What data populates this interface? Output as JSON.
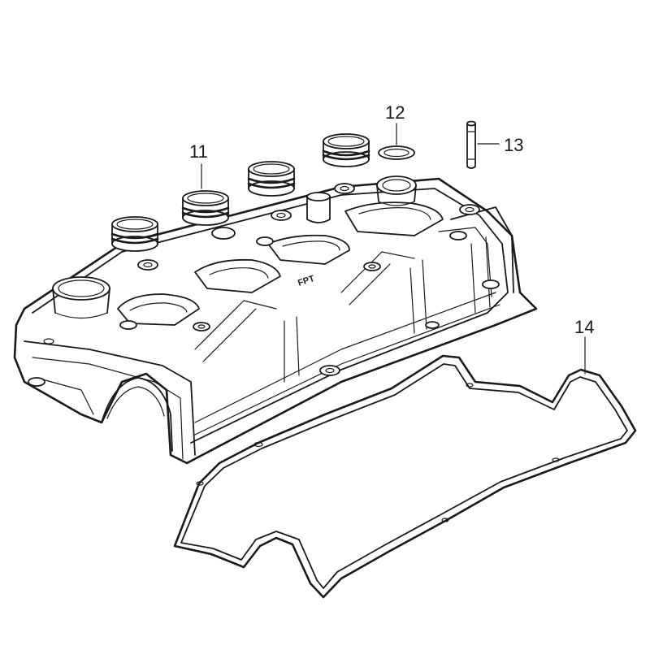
{
  "callouts": [
    {
      "id": "11",
      "label": "11"
    },
    {
      "id": "12",
      "label": "12"
    },
    {
      "id": "13",
      "label": "13"
    },
    {
      "id": "14",
      "label": "14"
    }
  ],
  "logo_text": "FPT",
  "colors": {
    "line": "#1a1a1a",
    "background": "#ffffff"
  }
}
